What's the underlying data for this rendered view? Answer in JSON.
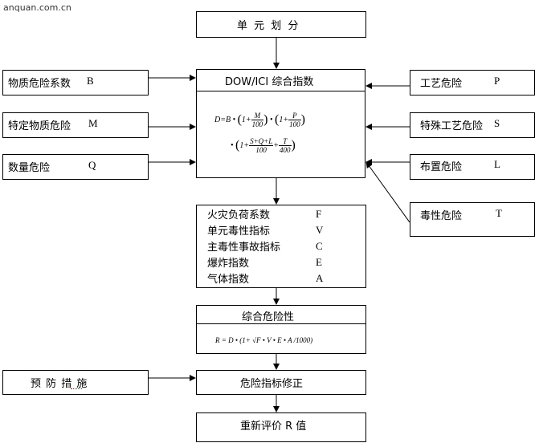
{
  "watermark": "anquan.com.cn",
  "unit_division": "单 元 划 分",
  "dow_index": "DOW/ICI 综合指数",
  "left_inputs": [
    {
      "label": "物质危险系数",
      "symbol": "B"
    },
    {
      "label": "特定物质危险",
      "symbol": "M"
    },
    {
      "label": "数量危险",
      "symbol": "Q"
    }
  ],
  "right_inputs": [
    {
      "label": "工艺危险",
      "symbol": "P"
    },
    {
      "label": "特殊工艺危险",
      "symbol": "S"
    },
    {
      "label": "布置危险",
      "symbol": "L"
    },
    {
      "label": "毒性危险",
      "symbol": "T"
    }
  ],
  "formula_d": {
    "line1": {
      "prefix": "D=B • ",
      "m_num": "M",
      "m_den": "100",
      "p_num": "P",
      "p_den": "100"
    },
    "line2": {
      "sum_num": "S+Q+L",
      "sum_den": "100",
      "t_num": "T",
      "t_den": "400"
    }
  },
  "indices": [
    {
      "label": "火灾负荷系数",
      "symbol": "F"
    },
    {
      "label": "单元毒性指标",
      "symbol": "V"
    },
    {
      "label": "主毒性事故指标",
      "symbol": "C"
    },
    {
      "label": "爆炸指数",
      "symbol": "E"
    },
    {
      "label": "气体指数",
      "symbol": "A"
    }
  ],
  "comprehensive": "综合危险性",
  "formula_r": "R = D • (1+ √F • V • E • A /1000)",
  "prevention": "预 防 措 施",
  "correction": "危险指标修正",
  "reevaluate": "重新评价 R 值"
}
